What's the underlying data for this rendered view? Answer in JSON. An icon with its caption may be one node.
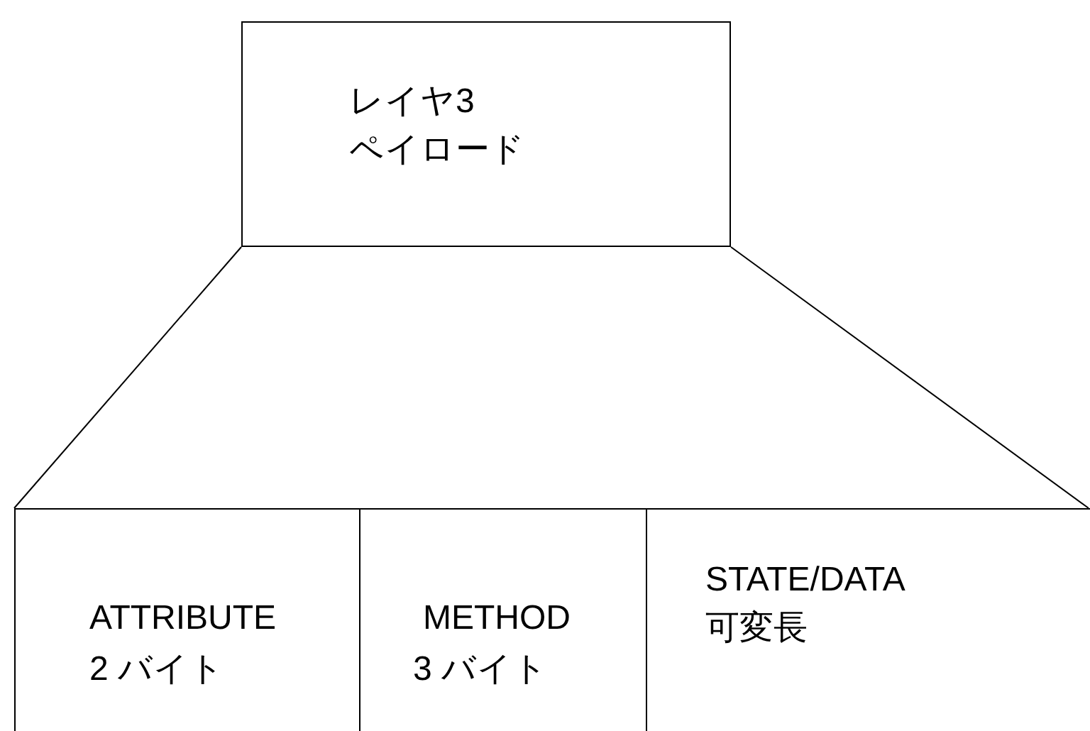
{
  "diagram": {
    "nodes": [
      {
        "text": [
          "レイヤ3",
          "ペイロード"
        ]
      },
      {
        "text": [
          "ATTRIBUTE",
          "2 バイト"
        ]
      },
      {
        "text": [
          "METHOD",
          "3 バイト"
        ]
      },
      {
        "text": [
          "STATE/DATA",
          "可変長"
        ]
      }
    ],
    "edges": [
      {
        "from": 0,
        "to": 1,
        "arrow": "none"
      },
      {
        "from": 0,
        "to": 3,
        "arrow": "none"
      }
    ]
  }
}
